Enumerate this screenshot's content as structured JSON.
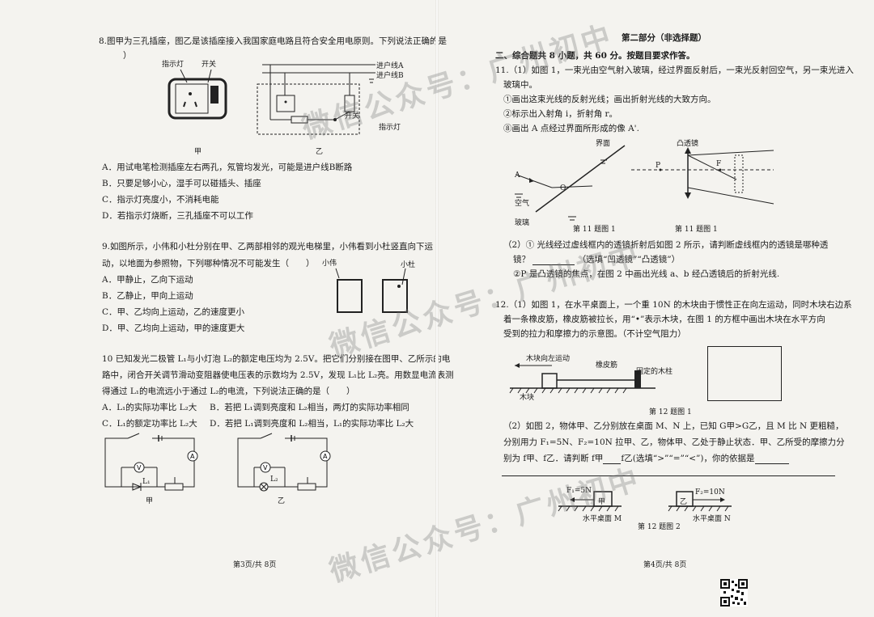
{
  "left": {
    "q8": {
      "stem": "8.图甲为三孔插座，图乙是该插座接入我国家庭电路且符合安全用电原则。下列说法正确的是",
      "stem_end": "）",
      "fig_jia_indicator": "指示灯",
      "fig_jia_switch": "开关",
      "fig_yi_line_a": "进户线A",
      "fig_yi_line_b": "进户线B",
      "fig_yi_switch": "开关",
      "fig_yi_indicator": "指示灯",
      "caption_jia": "甲",
      "caption_yi": "乙",
      "options": [
        "A．用试电笔检测插座左右两孔，氖管均发光，可能是进户线B断路",
        "B．只要足够小心，湿手可以碰插头、插座",
        "C．指示灯亮度小，不消耗电能",
        "D．若指示灯烧断，三孔插座不可以工作"
      ]
    },
    "q9": {
      "stem1": "9.如图所示，小伟和小杜分别在甲、乙两部相邻的观光电梯里，小伟看到小杜竖直向下运",
      "stem2": "动，以地面为参照物，下列哪种情况不可能发生（　　）",
      "label_xiaowei": "小伟",
      "label_xiaodu": "小杜",
      "options": [
        "A．甲静止，乙向下运动",
        "B．乙静止，甲向上运动",
        "C．甲、乙均向上运动，乙的速度更小",
        "D．甲、乙均向上运动，甲的速度更大"
      ]
    },
    "q10": {
      "stem1": "10 已知发光二极管 L₁与小灯泡 L₂的额定电压均为 2.5V。把它们分别接在图甲、乙所示的电",
      "stem2": "路中，闭合开关调节滑动变阻器使电压表的示数均为 2.5V，发现 L₁比 L₂亮。用数显电流表测",
      "stem3": "得通过 L₁的电流远小于通过 L₂的电流，下列说法正确的是（　　）",
      "options": [
        "A．L₁的实际功率比 L₂大",
        "B．若把 L₁调到亮度和 L₂相当，两灯的实际功率相同",
        "C．L₁的额定功率比 L₂大",
        "D．若把 L₁调到亮度和 L₂相当，L₁的实际功率比 L₂大"
      ],
      "fig_l1": "L₁",
      "fig_l2": "L₂",
      "caption_jia": "甲",
      "caption_yi": "乙"
    },
    "page_no": "第3页/共 8页"
  },
  "right": {
    "part_title": "第二部分（非选择题）",
    "section_heading": "二、综合题共 8 小题，共 60 分。按题目要求作答。",
    "q11": {
      "line1": "11.（1）如图 1，一束光由空气射入玻璃，经过界面反射后，一束光反射回空气，另一束光进入",
      "line2": "玻璃中。",
      "sub1": "①画出这束光线的反射光线；画出折射光线的大致方向。",
      "sub2": "②标示出入射角 i，折射角 r。",
      "sub3": "⑧画出 A 点经过界面所形成的像 A'.",
      "fig1_interface": "界面",
      "fig1_air": "空气",
      "fig1_glass": "玻璃",
      "fig1_a": "A",
      "fig1_o": "O",
      "fig1_caption": "第 11 题图 1",
      "fig2_lens": "凸透镜",
      "fig2_p": "P",
      "fig2_f": "F",
      "fig2_caption": "第 11 题图 1",
      "part2_line1": "（2）①  光线经过虚线框内的透镜折射后如图 2 所示，请判断虚线框内的透镜是哪种透",
      "part2_line2a": "镜？",
      "part2_line2b": "（选填“凹透镜”“凸透镜”）",
      "part2_line3": "②P 是凸透镜的焦点，在图 2 中画出光线 a、b 经凸透镜后的折射光线."
    },
    "q12": {
      "line1": "12.（1）如图 1，在水平桌面上，一个重 10N 的木块由于惯性正在向左运动，同时木块右边系",
      "line2": "着一条橡皮筋，橡皮筋被拉长，用“•”表示木块，在图 1 的方框中画出木块在水平方向",
      "line3": "受到的拉力和摩擦力的示意图。（不计空气阻力）",
      "fig1_motion": "木块向左运动",
      "fig1_band": "橡皮筋",
      "fig1_post": "固定的木柱",
      "fig1_block": "木块",
      "fig1_caption": "第 12 题图 1",
      "part2_line1": "（2）如图 2，物体甲、乙分别放在桌面 M、N 上，已知 G甲>G乙，且 M 比 N 更粗糙，",
      "part2_line2": "分别用力 F₁=5N、F₂=10N 拉甲、乙，物体甲、乙处于静止状态．甲、乙所受的摩擦力分",
      "part2_line3a": "别为 f甲、f乙．请判断 f甲",
      "part2_line3b": "f乙(选填“>”“=”“<”)，你的依据是",
      "fig2_f1": "F₁=5N",
      "fig2_f2": "F₂=10N",
      "fig2_jia": "甲",
      "fig2_yi": "乙",
      "fig2_m": "水平桌面 M",
      "fig2_n": "水平桌面 N",
      "fig2_caption": "第 12 题图 2"
    },
    "page_no": "第4页/共 8页"
  },
  "watermark": {
    "line1": "微信公众号：广州初中",
    "line2": "微信公众号：广州初中",
    "line3": "微信公众号：广州初中"
  }
}
